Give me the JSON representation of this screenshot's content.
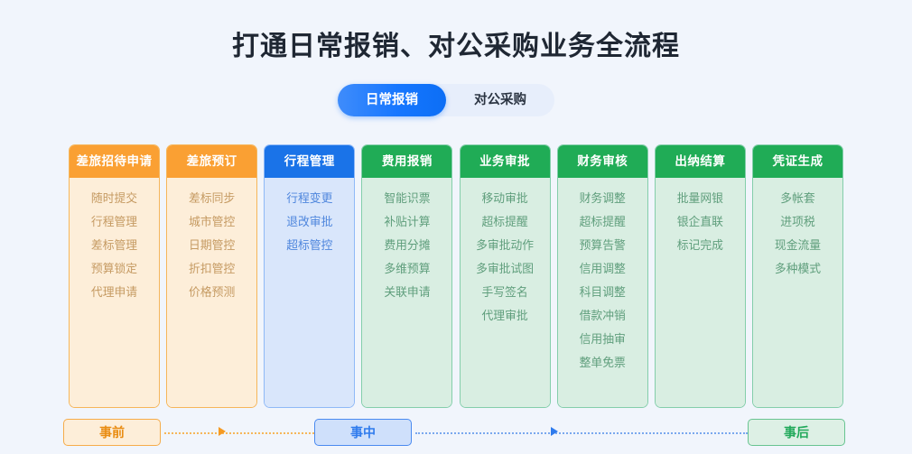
{
  "header": {
    "title": "打通日常报销、对公采购业务全流程"
  },
  "tabs": [
    {
      "label": "日常报销",
      "active": true
    },
    {
      "label": "对公采购",
      "active": false
    }
  ],
  "columns": [
    {
      "title": "差旅招待申请",
      "theme": "orange",
      "items": [
        "随时提交",
        "行程管理",
        "差标管理",
        "预算锁定",
        "代理申请"
      ]
    },
    {
      "title": "差旅预订",
      "theme": "orange",
      "items": [
        "差标同步",
        "城市管控",
        "日期管控",
        "折扣管控",
        "价格预测"
      ]
    },
    {
      "title": "行程管理",
      "theme": "blue",
      "items": [
        "行程变更",
        "退改审批",
        "超标管控"
      ]
    },
    {
      "title": "费用报销",
      "theme": "green",
      "items": [
        "智能识票",
        "补贴计算",
        "费用分摊",
        "多维预算",
        "关联申请"
      ]
    },
    {
      "title": "业务审批",
      "theme": "green",
      "items": [
        "移动审批",
        "超标提醒",
        "多审批动作",
        "多审批试图",
        "手写签名",
        "代理审批"
      ]
    },
    {
      "title": "财务审核",
      "theme": "green",
      "items": [
        "财务调整",
        "超标提醒",
        "预算告警",
        "信用调整",
        "科目调整",
        "借款冲销",
        "信用抽审",
        "整单免票"
      ]
    },
    {
      "title": "出纳结算",
      "theme": "green",
      "items": [
        "批量网银",
        "银企直联",
        "标记完成"
      ]
    },
    {
      "title": "凭证生成",
      "theme": "green",
      "items": [
        "多帐套",
        "进项税",
        "现金流量",
        "多种模式"
      ]
    }
  ],
  "timeline": {
    "stages": [
      {
        "label": "事前",
        "theme": "orange"
      },
      {
        "label": "事中",
        "theme": "blue"
      },
      {
        "label": "事后",
        "theme": "green"
      }
    ]
  },
  "colors": {
    "background": "#f1f5fc",
    "orange": "#faa033",
    "blue": "#1a73e8",
    "green": "#20ac56",
    "title_text": "#1f2733"
  }
}
